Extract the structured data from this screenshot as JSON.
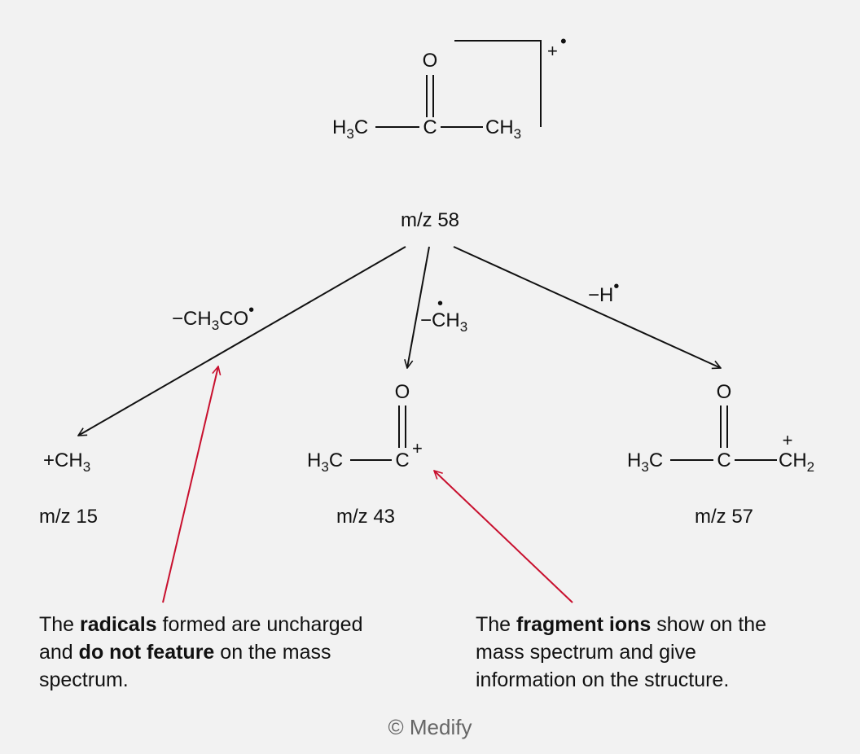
{
  "colors": {
    "background": "#f2f2f2",
    "ink": "#111111",
    "annotation_arrow": "#c8102e",
    "credit_text": "#666666"
  },
  "parent": {
    "atom_o": "O",
    "atom_c": "C",
    "group_h3c": "H",
    "group_h3c_sub": "3",
    "group_h3c_tail": "C",
    "group_ch3": "CH",
    "group_ch3_sub": "3",
    "charge_plus": "+",
    "charge_radical": "•",
    "mz": "m/z 58"
  },
  "losses": {
    "left": {
      "prefix": "−CH",
      "sub": "3",
      "suffix": "CO",
      "radical": "•"
    },
    "middle": {
      "prefix": "−",
      "radical": "•",
      "group": "CH",
      "sub": "3"
    },
    "right": {
      "prefix": "−H",
      "radical": "•"
    }
  },
  "fragments": {
    "m15": {
      "label": "+CH",
      "sub": "3",
      "mz": "m/z 15"
    },
    "m43": {
      "atom_o": "O",
      "h3c": "H",
      "h3c_sub": "3",
      "h3c_tail": "C",
      "cation": "C",
      "plus": "+",
      "mz": "m/z 43"
    },
    "m57": {
      "atom_o": "O",
      "h3c": "H",
      "h3c_sub": "3",
      "h3c_tail": "C",
      "atom_c": "C",
      "ch2": "CH",
      "ch2_sub": "2",
      "plus": "+",
      "mz": "m/z 57"
    }
  },
  "captions": {
    "radicals": {
      "p1": "The ",
      "b1": "radicals",
      "p2": " formed are uncharged and ",
      "b2": "do not feature",
      "p3": " on the mass spectrum."
    },
    "fragments": {
      "p1": "The ",
      "b1": "fragment ions",
      "p2": " show on the mass spectrum and give information on the structure."
    }
  },
  "credit": "© Medify"
}
